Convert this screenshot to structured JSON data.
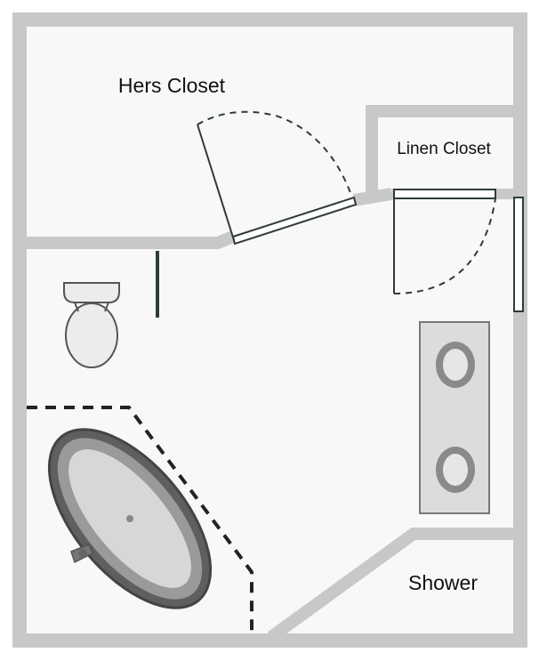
{
  "labels": {
    "hers_closet": "Hers Closet",
    "linen_closet": "Linen Closet",
    "shower": "Shower"
  },
  "colors": {
    "wall": "#c8c8c8",
    "floor": "#f8f8f8",
    "outline": "#2f3b3b",
    "vanity": "#dcdcdc",
    "tub_rim": "#6f6f6f",
    "tub_inner": "#cfcfcf"
  }
}
